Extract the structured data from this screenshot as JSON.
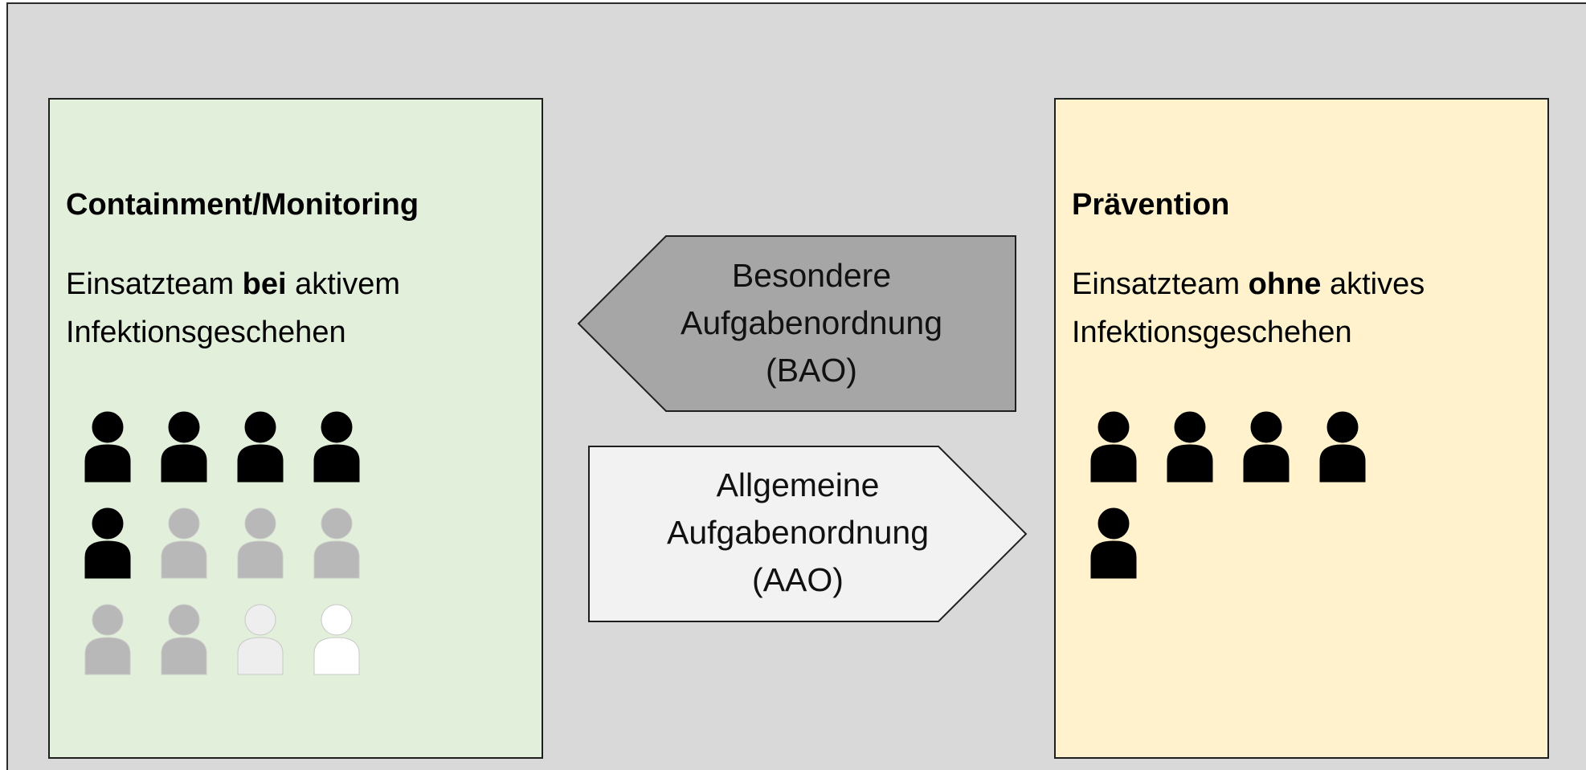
{
  "left_panel": {
    "title": "Containment/Monitoring",
    "desc_pre": "Einsatzteam ",
    "desc_bold": "bei",
    "desc_post": " aktivem",
    "desc_line2": "Infektionsgeschehen",
    "people": [
      {
        "state": "active",
        "color": "#000000"
      },
      {
        "state": "active",
        "color": "#000000"
      },
      {
        "state": "active",
        "color": "#000000"
      },
      {
        "state": "active",
        "color": "#000000"
      },
      {
        "state": "active",
        "color": "#000000"
      },
      {
        "state": "faded",
        "color": "#b8b8b8"
      },
      {
        "state": "faded",
        "color": "#b8b8b8"
      },
      {
        "state": "faded",
        "color": "#b8b8b8"
      },
      {
        "state": "faded",
        "color": "#b8b8b8"
      },
      {
        "state": "faded",
        "color": "#b8b8b8"
      },
      {
        "state": "light",
        "color": "#eeeeee"
      },
      {
        "state": "white",
        "color": "#ffffff"
      }
    ]
  },
  "right_panel": {
    "title": "Prävention",
    "desc_pre": "Einsatzteam ",
    "desc_bold": "ohne",
    "desc_post": " aktives",
    "desc_line2": "Infektionsgeschehen",
    "people": [
      {
        "state": "active",
        "color": "#000000"
      },
      {
        "state": "active",
        "color": "#000000"
      },
      {
        "state": "active",
        "color": "#000000"
      },
      {
        "state": "active",
        "color": "#000000"
      },
      {
        "state": "active",
        "color": "#000000"
      }
    ]
  },
  "arrow_left": {
    "line1": "Besondere",
    "line2": "Aufgabenordnung",
    "line3": "(BAO)",
    "fill": "#a6a6a6"
  },
  "arrow_right": {
    "line1": "Allgemeine",
    "line2": "Aufgabenordnung",
    "line3": "(AAO)",
    "fill": "#f2f2f2"
  },
  "colors": {
    "background": "#d9d9d9",
    "left_panel": "#e2efda",
    "right_panel": "#fff2cc"
  }
}
